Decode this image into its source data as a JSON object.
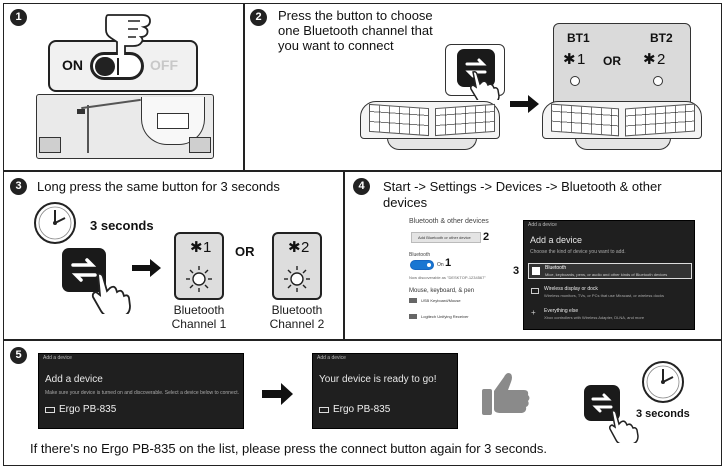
{
  "step1": {
    "number": "1",
    "on_label": "ON",
    "off_label": "OFF"
  },
  "step2": {
    "number": "2",
    "instruction_line1": "Press the button to choose",
    "instruction_line2": "one Bluetooth channel that",
    "instruction_line3": "you want to connect",
    "bt1_label": "BT1",
    "bt2_label": "BT2",
    "or_label": "OR",
    "bt1_num": "1",
    "bt2_num": "2"
  },
  "step3": {
    "number": "3",
    "instruction": "Long press the same button for 3 seconds",
    "seconds_label": "3 seconds",
    "or_label": "OR",
    "channel1_num": "1",
    "channel2_num": "2",
    "channel1_line1": "Bluetooth",
    "channel1_line2": "Channel 1",
    "channel2_line1": "Bluetooth",
    "channel2_line2": "Channel 2"
  },
  "step4": {
    "number": "4",
    "instruction_line1": "Start -> Settings -> Devices -> Bluetooth & other",
    "instruction_line2": "devices",
    "settings_title": "Bluetooth & other devices",
    "add_device_button": "Add Bluetooth or other device",
    "callout_2": "2",
    "bluetooth_label": "Bluetooth",
    "toggle_label": "On",
    "callout_1": "1",
    "discoverable_text": "Now discoverable as \"DESKTOP-1234567\"",
    "section_mouse": "Mouse, keyboard, & pen",
    "device_a": "USB Keyboard/Mouse",
    "device_b": "Logitech Unifying Receiver",
    "dialog_bar": "Add a device",
    "dialog_title": "Add a device",
    "dialog_sub": "Choose the kind of device you want to add.",
    "callout_3": "3",
    "option1_title": "Bluetooth",
    "option1_desc": "Mice, keyboards, pens, or audio and other kinds of Bluetooth devices",
    "option2_title": "Wireless display or dock",
    "option2_desc": "Wireless monitors, TVs, or PCs that use Miracast, or wireless docks",
    "option3_title": "Everything else",
    "option3_desc": "Xbox controllers with Wireless Adapter, DLNA, and more"
  },
  "step5": {
    "number": "5",
    "dialog1_bar": "Add a device",
    "dialog1_title": "Add a device",
    "dialog1_sub": "Make sure your device is turned on and discoverable. Select a device below to connect.",
    "dialog1_device": "Ergo PB-835",
    "dialog2_bar": "Add a device",
    "dialog2_title": "Your device is ready to go!",
    "dialog2_device": "Ergo PB-835",
    "seconds_label": "3 seconds",
    "footer_note": "If there's no Ergo PB-835 on the list, please press the connect button again for 3 seconds."
  }
}
